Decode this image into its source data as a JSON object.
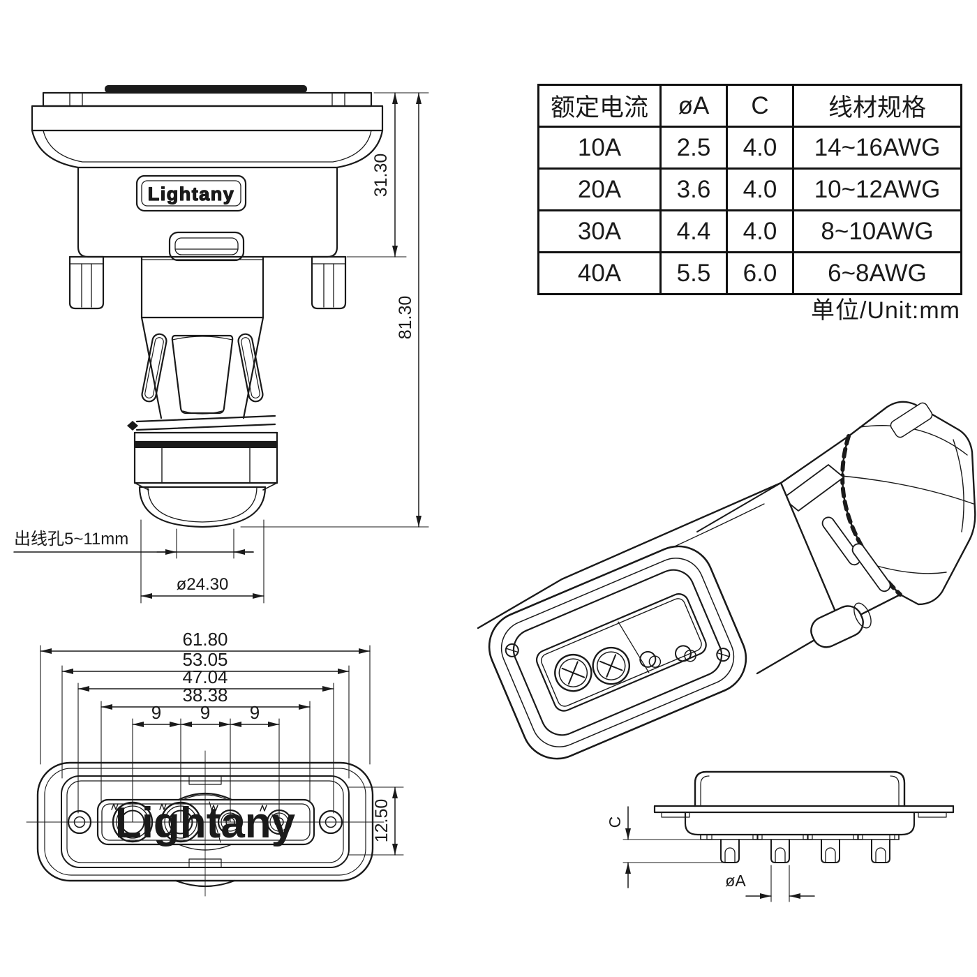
{
  "brand": "Lightany",
  "spec_table": {
    "headers": [
      "额定电流",
      "øA",
      "C",
      "线材规格"
    ],
    "rows": [
      [
        "10A",
        "2.5",
        "4.0",
        "14~16AWG"
      ],
      [
        "20A",
        "3.6",
        "4.0",
        "10~12AWG"
      ],
      [
        "30A",
        "4.4",
        "4.0",
        "8~10AWG"
      ],
      [
        "40A",
        "5.5",
        "6.0",
        "6~8AWG"
      ]
    ],
    "unit_note": "单位/Unit:mm"
  },
  "front_view": {
    "logo_text": "Lightany",
    "dim_flange_height": "31.30",
    "dim_total_height": "81.30",
    "cable_hole_label": "出线孔5~11mm",
    "dim_gland_diameter": "ø24.30"
  },
  "bottom_view": {
    "watermark_text": "Lightany",
    "dim_overall_width": "61.80",
    "dim_shell_width": "53.05",
    "dim_mount_hole_span": "47.04",
    "dim_insert_width": "38.38",
    "dim_pin_pitch_1": "9",
    "dim_pin_pitch_2": "9",
    "dim_pin_pitch_3": "9",
    "dim_insert_height": "12.50"
  },
  "side_view": {
    "dim_pin_protrusion": "C",
    "dim_pin_diameter": "øA"
  }
}
